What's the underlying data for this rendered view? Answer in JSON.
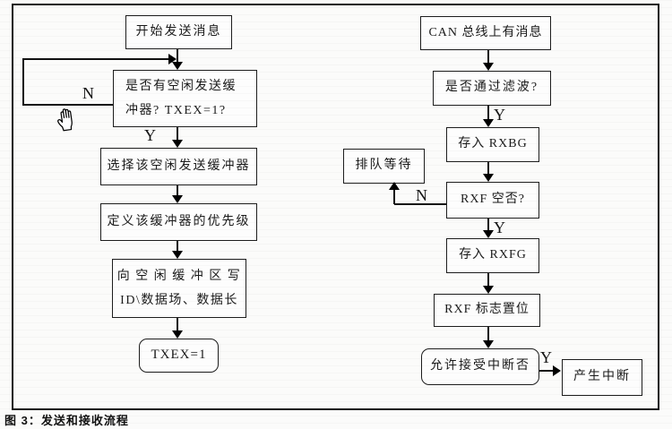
{
  "figure": {
    "caption": "图 3：发送和接收流程"
  },
  "icons": {
    "hand_cursor": "hand-cursor"
  },
  "send_flow": {
    "nodes": {
      "start": "开始发送消息",
      "check_free": [
        "是否有空闲发送缓",
        "冲器? TXEX=1?"
      ],
      "select": "选择该空闲发送缓冲器",
      "priority": "定义该缓冲器的优先级",
      "write": [
        "向 空 闲 缓 冲 区 写",
        "ID\\数据场、数据长"
      ],
      "txex": "TXEX=1"
    },
    "branches": {
      "no": "N",
      "yes": "Y"
    }
  },
  "receive_flow": {
    "nodes": {
      "message": "CAN 总线上有消息",
      "filter": "是否通过滤波?",
      "store_rxbg": "存入 RXBG",
      "queue": "排队等待",
      "rxf_empty": "RXF 空否?",
      "store_rxfg": "存入 RXFG",
      "rxf_flag": "RXF 标志置位",
      "allow_int": "允许接受中断否",
      "interrupt": "产生中断"
    },
    "branches": {
      "filter_yes": "Y",
      "rxf_no": "N",
      "rxf_yes": "Y",
      "int_yes": "Y"
    }
  }
}
